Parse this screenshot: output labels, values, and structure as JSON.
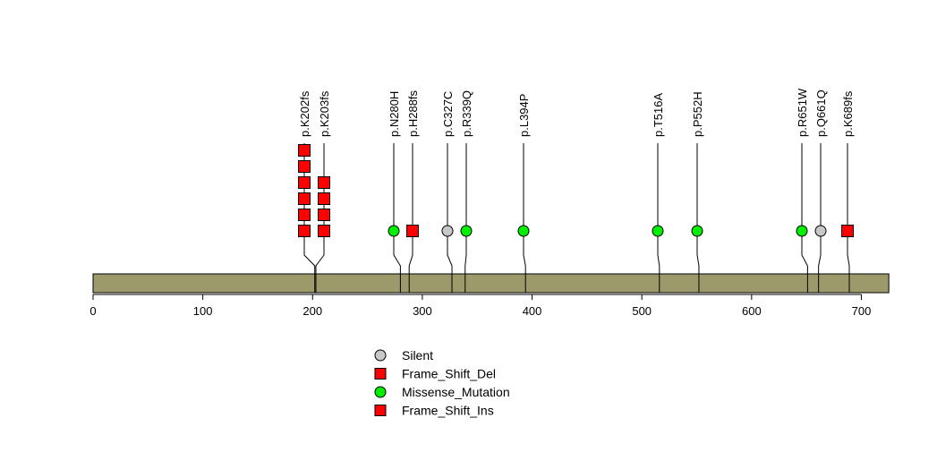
{
  "chart_data": {
    "type": "lollipop",
    "title": "",
    "xlabel": "",
    "ylabel": "",
    "xlim": [
      0,
      725
    ],
    "x_ticks": [
      0,
      100,
      200,
      300,
      400,
      500,
      600,
      700
    ],
    "protein_length": 725,
    "colors": {
      "Silent": "#c8c8c8",
      "Frame_Shift_Del": "#ff0000",
      "Missense_Mutation": "#00ee00",
      "Frame_Shift_Ins": "#ff0000",
      "domain_bar": "#9c9a6a"
    },
    "mutations": [
      {
        "label": "p.K202fs",
        "position": 202,
        "count": 6,
        "type": "Frame_Shift_Del",
        "shape": "square"
      },
      {
        "label": "p.K203fs",
        "position": 203,
        "count": 4,
        "type": "Frame_Shift_Ins",
        "shape": "square"
      },
      {
        "label": "p.N280H",
        "position": 280,
        "count": 1,
        "type": "Missense_Mutation",
        "shape": "circle"
      },
      {
        "label": "p.H288fs",
        "position": 288,
        "count": 1,
        "type": "Frame_Shift_Del",
        "shape": "square"
      },
      {
        "label": "p.C327C",
        "position": 327,
        "count": 1,
        "type": "Silent",
        "shape": "circle"
      },
      {
        "label": "p.R339Q",
        "position": 339,
        "count": 1,
        "type": "Missense_Mutation",
        "shape": "circle"
      },
      {
        "label": "p.L394P",
        "position": 394,
        "count": 1,
        "type": "Missense_Mutation",
        "shape": "circle"
      },
      {
        "label": "p.T516A",
        "position": 516,
        "count": 1,
        "type": "Missense_Mutation",
        "shape": "circle"
      },
      {
        "label": "p.P552H",
        "position": 552,
        "count": 1,
        "type": "Missense_Mutation",
        "shape": "circle"
      },
      {
        "label": "p.R651W",
        "position": 651,
        "count": 1,
        "type": "Missense_Mutation",
        "shape": "circle"
      },
      {
        "label": "p.Q661Q",
        "position": 661,
        "count": 1,
        "type": "Silent",
        "shape": "circle"
      },
      {
        "label": "p.K689fs",
        "position": 689,
        "count": 1,
        "type": "Frame_Shift_Del",
        "shape": "square"
      }
    ],
    "legend": [
      {
        "label": "Silent",
        "shape": "circle",
        "color": "#c8c8c8"
      },
      {
        "label": "Frame_Shift_Del",
        "shape": "square",
        "color": "#ff0000"
      },
      {
        "label": "Missense_Mutation",
        "shape": "circle",
        "color": "#00ee00"
      },
      {
        "label": "Frame_Shift_Ins",
        "shape": "square",
        "color": "#ff0000"
      }
    ],
    "legend_placement": "bottom-center"
  }
}
